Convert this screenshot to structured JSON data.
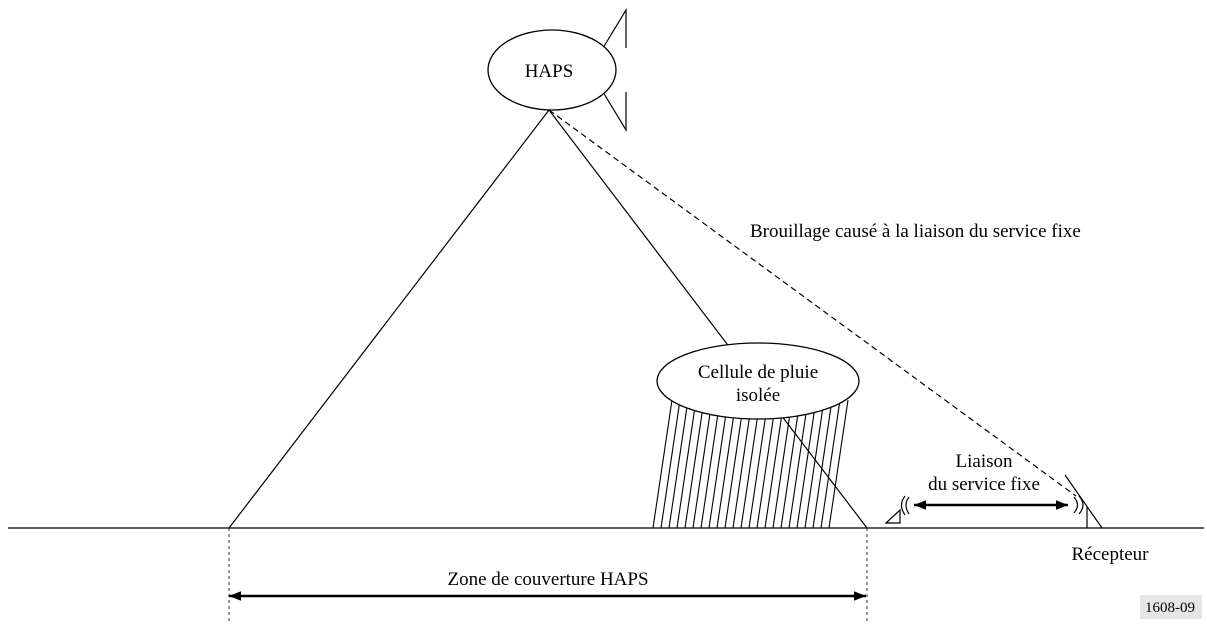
{
  "diagram": {
    "haps_label": "HAPS",
    "interference_label": "Brouillage causé à la liaison du service fixe",
    "rain_cell_label": [
      "Cellule de pluie",
      "isolée"
    ],
    "fixed_link_label": [
      "Liaison",
      "du service fixe"
    ],
    "receiver_label": "Récepteur",
    "coverage_label": "Zone de couverture HAPS",
    "figure_id": "1608-09",
    "figure_id_background": "#e6e6e6"
  }
}
